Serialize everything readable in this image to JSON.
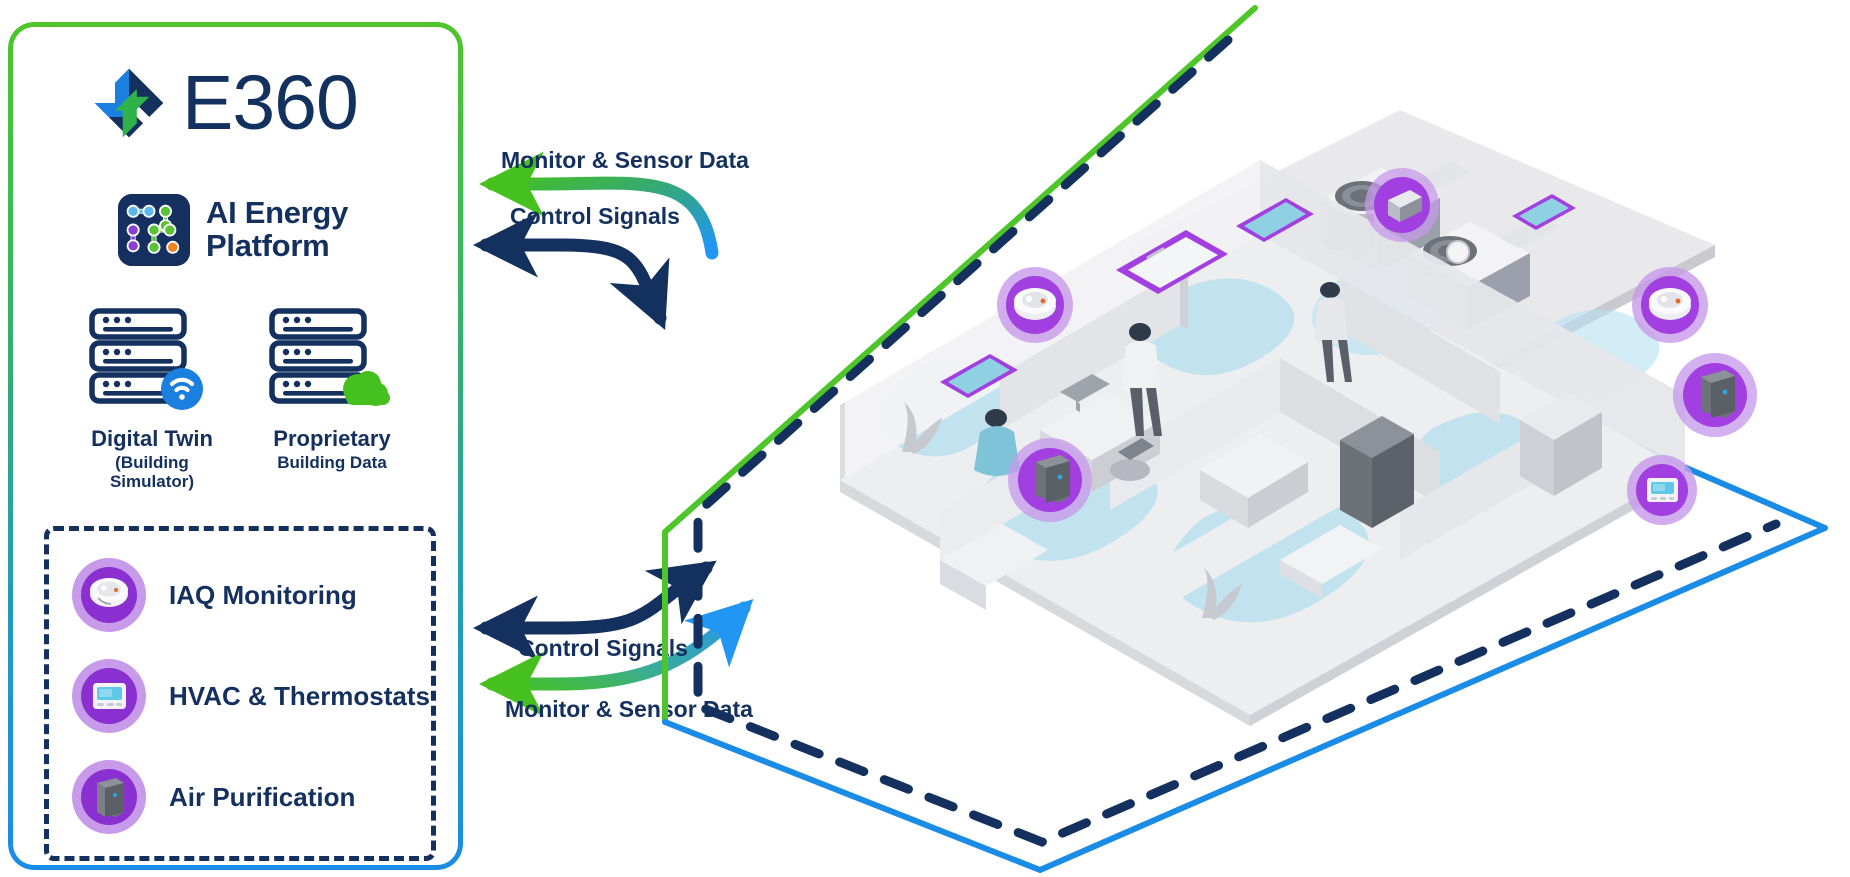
{
  "brand": {
    "name": "E360",
    "logo_icon": "e360-pinwheel-logo",
    "platform_title_line1": "AI Energy",
    "platform_title_line2": "Platform",
    "platform_icon": "ai-energy-platform-node-network-icon",
    "accent_green": "#4ec52a",
    "accent_blue": "#1b8ce6",
    "accent_navy": "#14305e",
    "accent_purple": "#8a2fd0"
  },
  "platform_assets": [
    {
      "id": "digital-twin",
      "icon": "server-stack-wifi-icon",
      "title": "Digital Twin",
      "subtitle": "(Building Simulator)",
      "badge_color": "#1b7fe0"
    },
    {
      "id": "proprietary-building-data",
      "icon": "server-stack-cloud-icon",
      "title": "Proprietary",
      "subtitle": "Building Data",
      "badge_color": "#45c01f"
    }
  ],
  "devices": [
    {
      "id": "iaq-monitoring",
      "icon": "iaq-sensor-icon",
      "label": "IAQ Monitoring"
    },
    {
      "id": "hvac-thermostats",
      "icon": "thermostat-icon",
      "label": "HVAC & Thermostats"
    },
    {
      "id": "air-purification",
      "icon": "air-purifier-icon",
      "label": "Air Purification"
    }
  ],
  "flows": {
    "top": [
      {
        "id": "top-monitor-sensor-data",
        "label": "Monitor & Sensor Data",
        "direction": "building-to-platform",
        "color_start": "#45c01f",
        "color_end": "#2196f3"
      },
      {
        "id": "top-control-signals",
        "label": "Control Signals",
        "direction": "platform-to-building",
        "color": "#14305e"
      }
    ],
    "bottom": [
      {
        "id": "bottom-control-signals",
        "label": "Control Signals",
        "direction": "platform-to-building",
        "color": "#14305e"
      },
      {
        "id": "bottom-monitor-sensor-data",
        "label": "Monitor & Sensor Data",
        "direction": "building-to-platform",
        "color_start": "#45c01f",
        "color_end": "#2196f3"
      }
    ]
  },
  "building": {
    "frame_top_color": "#4ec52a",
    "frame_bottom_color": "#1b8ce6",
    "dashed_color": "#14305e",
    "hotspots": [
      {
        "id": "hotspot-rooftop-hvac",
        "icon": "rooftop-hvac-unit-icon"
      },
      {
        "id": "hotspot-lobby-iaq-sensor",
        "icon": "iaq-sensor-icon"
      },
      {
        "id": "hotspot-corridor-iaq-sensor",
        "icon": "iaq-sensor-icon"
      },
      {
        "id": "hotspot-office-air-purifier",
        "icon": "air-purifier-icon"
      },
      {
        "id": "hotspot-lounge-air-purifier",
        "icon": "air-purifier-icon"
      },
      {
        "id": "hotspot-breakroom-thermostat",
        "icon": "thermostat-icon"
      },
      {
        "id": "hotspot-office-air-vent",
        "icon": "air-vent-icon"
      },
      {
        "id": "hotspot-lobby-air-vent",
        "icon": "air-vent-icon"
      },
      {
        "id": "hotspot-wall-display",
        "icon": "wall-control-display-icon"
      }
    ]
  }
}
